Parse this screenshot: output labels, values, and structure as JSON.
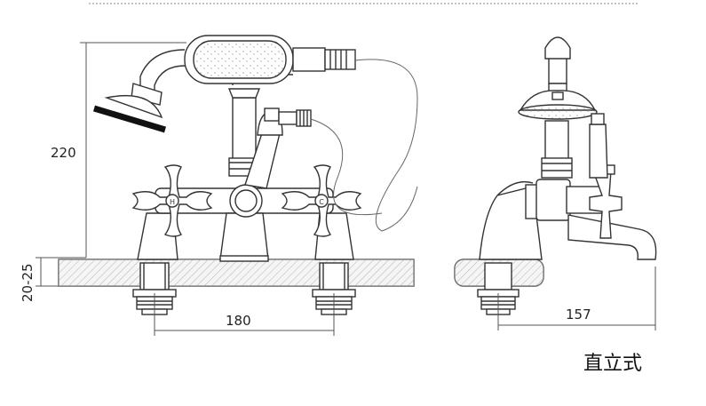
{
  "dimensions": {
    "height_total": "220",
    "height_mount": "20-25",
    "width_centers": "180",
    "depth": "157"
  },
  "caption": "直立式",
  "colors": {
    "line": "#333333",
    "hatch": "#999999",
    "counter": "#d9d9d9",
    "dim": "#555555"
  },
  "icons": {
    "hot_cap": "H",
    "cold_cap": "C"
  }
}
